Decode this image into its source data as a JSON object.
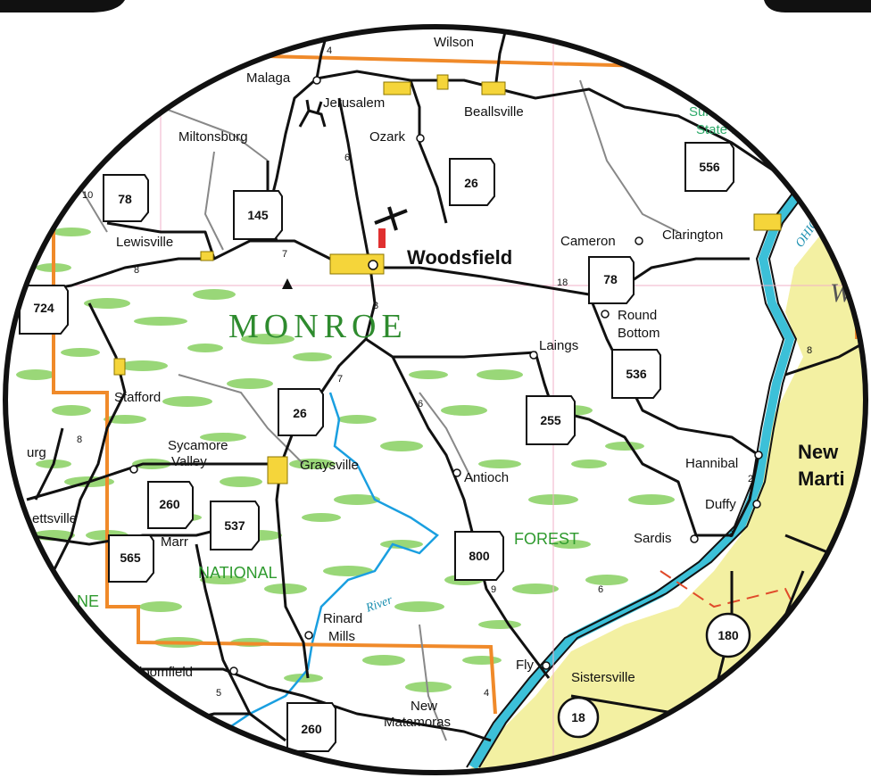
{
  "county": {
    "name": "MONROE"
  },
  "state_partial": "W",
  "river_ohio": "OHIO",
  "river_small": "River",
  "forest_labels": {
    "national": "NATIONAL",
    "forest": "FOREST",
    "state_forest_line1": "Sunfis",
    "state_forest_line2": "State Fo"
  },
  "cities": [
    {
      "id": "wilson",
      "name": "Wilson"
    },
    {
      "id": "malaga",
      "name": "Malaga"
    },
    {
      "id": "jerusalem",
      "name": "Jerusalem"
    },
    {
      "id": "beallsville",
      "name": "Beallsville"
    },
    {
      "id": "miltonsburg",
      "name": "Miltonsburg"
    },
    {
      "id": "ozark",
      "name": "Ozark"
    },
    {
      "id": "lewisville",
      "name": "Lewisville"
    },
    {
      "id": "woodsfield",
      "name": "Woodsfield"
    },
    {
      "id": "cameron",
      "name": "Cameron"
    },
    {
      "id": "clarington",
      "name": "Clarington"
    },
    {
      "id": "round-bottom-1",
      "name": "Round"
    },
    {
      "id": "round-bottom-2",
      "name": "Bottom"
    },
    {
      "id": "laings",
      "name": "Laings"
    },
    {
      "id": "stafford",
      "name": "Stafford"
    },
    {
      "id": "sycamore-valley-1",
      "name": "Sycamore"
    },
    {
      "id": "sycamore-valley-2",
      "name": "Valley"
    },
    {
      "id": "graysville",
      "name": "Graysville"
    },
    {
      "id": "antioch",
      "name": "Antioch"
    },
    {
      "id": "hannibal",
      "name": "Hannibal"
    },
    {
      "id": "duffy",
      "name": "Duffy"
    },
    {
      "id": "sardis",
      "name": "Sardis"
    },
    {
      "id": "new-martinsville-1",
      "name": "New"
    },
    {
      "id": "new-martinsville-2",
      "name": "Marti"
    },
    {
      "id": "marr",
      "name": "Marr"
    },
    {
      "id": "ettsville",
      "name": "ettsville"
    },
    {
      "id": "burg",
      "name": "urg"
    },
    {
      "id": "rinard-mills-1",
      "name": "Rinard"
    },
    {
      "id": "rinard-mills-2",
      "name": "Mills"
    },
    {
      "id": "bloomfield",
      "name": "loomfield"
    },
    {
      "id": "fly",
      "name": "Fly"
    },
    {
      "id": "sistersville",
      "name": "Sistersville"
    },
    {
      "id": "new-matamoras-1",
      "name": "New"
    },
    {
      "id": "new-matamoras-2",
      "name": "Matamoras"
    },
    {
      "id": "ne",
      "name": "NE"
    }
  ],
  "route_shields": [
    {
      "id": "oh-26-north",
      "number": "26",
      "type": "ohio"
    },
    {
      "id": "oh-556",
      "number": "556",
      "type": "ohio"
    },
    {
      "id": "oh-78-west",
      "number": "78",
      "type": "ohio"
    },
    {
      "id": "oh-145",
      "number": "145",
      "type": "ohio"
    },
    {
      "id": "oh-78-east",
      "number": "78",
      "type": "ohio"
    },
    {
      "id": "oh-724",
      "number": "724",
      "type": "ohio"
    },
    {
      "id": "oh-536",
      "number": "536",
      "type": "ohio"
    },
    {
      "id": "oh-26-south",
      "number": "26",
      "type": "ohio"
    },
    {
      "id": "oh-255",
      "number": "255",
      "type": "ohio"
    },
    {
      "id": "oh-260-west",
      "number": "260",
      "type": "ohio"
    },
    {
      "id": "oh-537",
      "number": "537",
      "type": "ohio"
    },
    {
      "id": "oh-565",
      "number": "565",
      "type": "ohio"
    },
    {
      "id": "oh-800",
      "number": "800",
      "type": "ohio"
    },
    {
      "id": "oh-260-south",
      "number": "260",
      "type": "ohio"
    },
    {
      "id": "wv-180",
      "number": "180",
      "type": "circle"
    },
    {
      "id": "wv-18",
      "number": "18",
      "type": "circle"
    }
  ],
  "route_numbers": [
    "4",
    "10",
    "6",
    "7",
    "8",
    "18",
    "3",
    "7",
    "6",
    "8",
    "8",
    "2",
    "3",
    "6",
    "9",
    "5",
    "4"
  ]
}
